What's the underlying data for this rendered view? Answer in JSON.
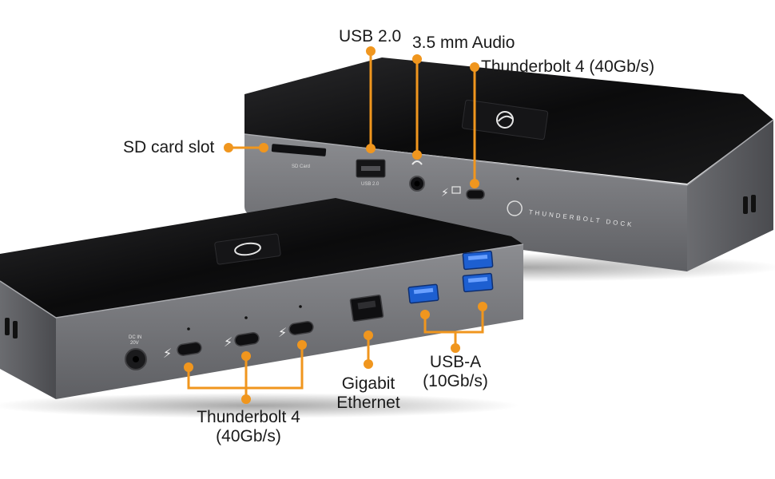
{
  "image": {
    "subject": "thunderbolt-dock-product-photo",
    "accent_color": "#f0961e",
    "body_color": "#77787c",
    "top_color": "#0d0d0e"
  },
  "callouts": {
    "usb2": "USB 2.0",
    "audio": "3.5 mm Audio",
    "tb4_top": "Thunderbolt 4 (40Gb/s)",
    "sd": "SD card slot",
    "tb4_bottom_line1": "Thunderbolt 4",
    "tb4_bottom_line2": "(40Gb/s)",
    "ethernet_line1": "Gigabit",
    "ethernet_line2": "Ethernet",
    "usba_line1": "USB-A",
    "usba_line2": "(10Gb/s)"
  },
  "device_printing": {
    "top_dock_label": "THUNDERBOLT DOCK",
    "sd_port_label": "SD Card",
    "usb2_port_label": "USB 2.0",
    "dc_label_line1": "DC IN",
    "dc_label_line2": "20V"
  }
}
